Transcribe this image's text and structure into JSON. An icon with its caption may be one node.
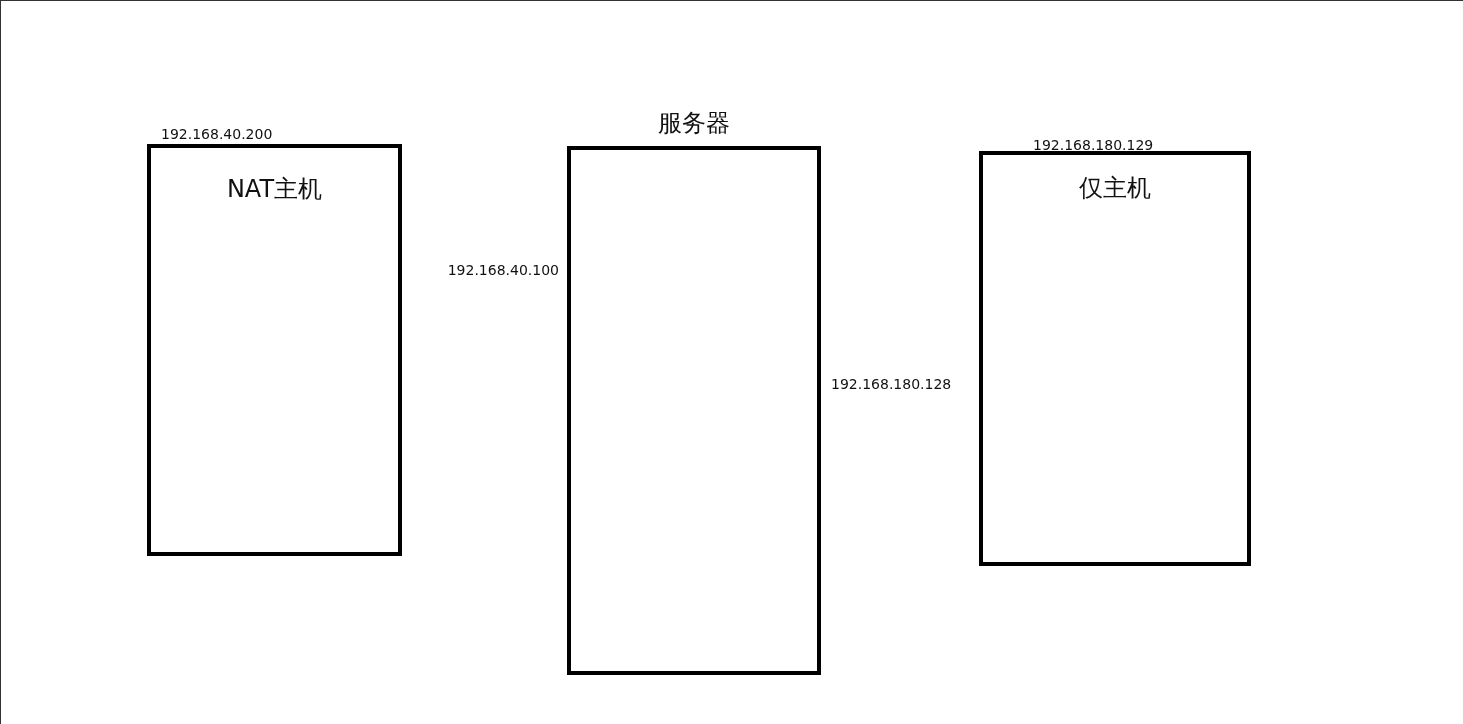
{
  "diagram": {
    "nodes": [
      {
        "text": [
          "NAT主机"
        ],
        "beside": [
          "192.168.40.200"
        ]
      },
      {
        "text": [
          "服务器"
        ],
        "beside": [
          "192.168.40.100",
          "192.168.180.128"
        ]
      },
      {
        "text": [
          "仅主机"
        ],
        "beside": [
          "192.168.180.129"
        ]
      }
    ]
  }
}
